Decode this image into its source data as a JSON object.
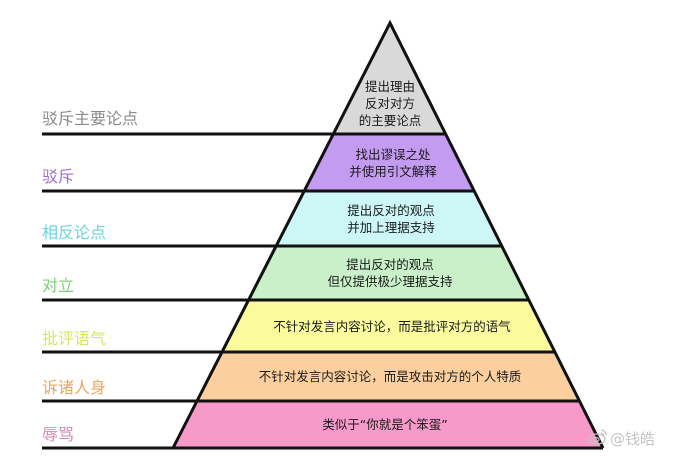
{
  "diagram": {
    "title": "",
    "type": "pyramid",
    "levels": [
      {
        "label": "驳斥主要论点",
        "label_color": "#8a8a8a",
        "band_color": "#d9d9d9",
        "text_lines": [
          "提出理由",
          "反对对方",
          "的主要论点"
        ]
      },
      {
        "label": "驳斥",
        "label_color": "#a070c8",
        "band_color": "#c39bf0",
        "text_lines": [
          "找出谬误之处",
          "并使用引文解释"
        ]
      },
      {
        "label": "相反论点",
        "label_color": "#6cd2dc",
        "band_color": "#cdf7f7",
        "text_lines": [
          "提出反对的观点",
          "并加上理据支持"
        ]
      },
      {
        "label": "对立",
        "label_color": "#7cd07c",
        "band_color": "#c9f0c9",
        "text_lines": [
          "提出反对的观点",
          "但仅提供极少理据支持"
        ]
      },
      {
        "label": "批评语气",
        "label_color": "#d6e85a",
        "band_color": "#fbfb9e",
        "text_lines": [
          "不针对发言内容讨论，而是批评对方的语气"
        ]
      },
      {
        "label": "诉诸人身",
        "label_color": "#e8a862",
        "band_color": "#fbd09e",
        "text_lines": [
          "不针对发言内容讨论，而是攻击对方的个人特质"
        ]
      },
      {
        "label": "辱骂",
        "label_color": "#d68ab2",
        "band_color": "#f89ac9",
        "text_lines": [
          "类似于“你就是个笨蛋”"
        ]
      }
    ]
  },
  "watermark": {
    "icon": "weibo-icon",
    "text": "@钱皓"
  }
}
